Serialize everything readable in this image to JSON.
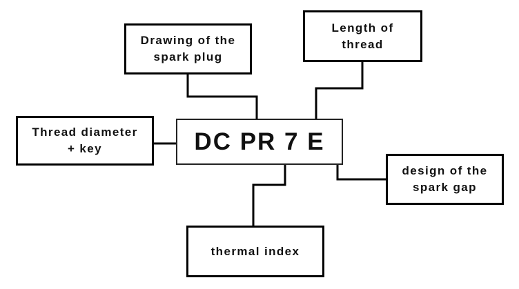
{
  "center": {
    "label": "DC PR 7 E"
  },
  "boxes": {
    "drawing": "Drawing of the\nspark plug",
    "length": "Length of\nthread",
    "diameter": "Thread diameter\n+ key",
    "gap": "design of the\nspark gap",
    "thermal": "thermal index"
  }
}
